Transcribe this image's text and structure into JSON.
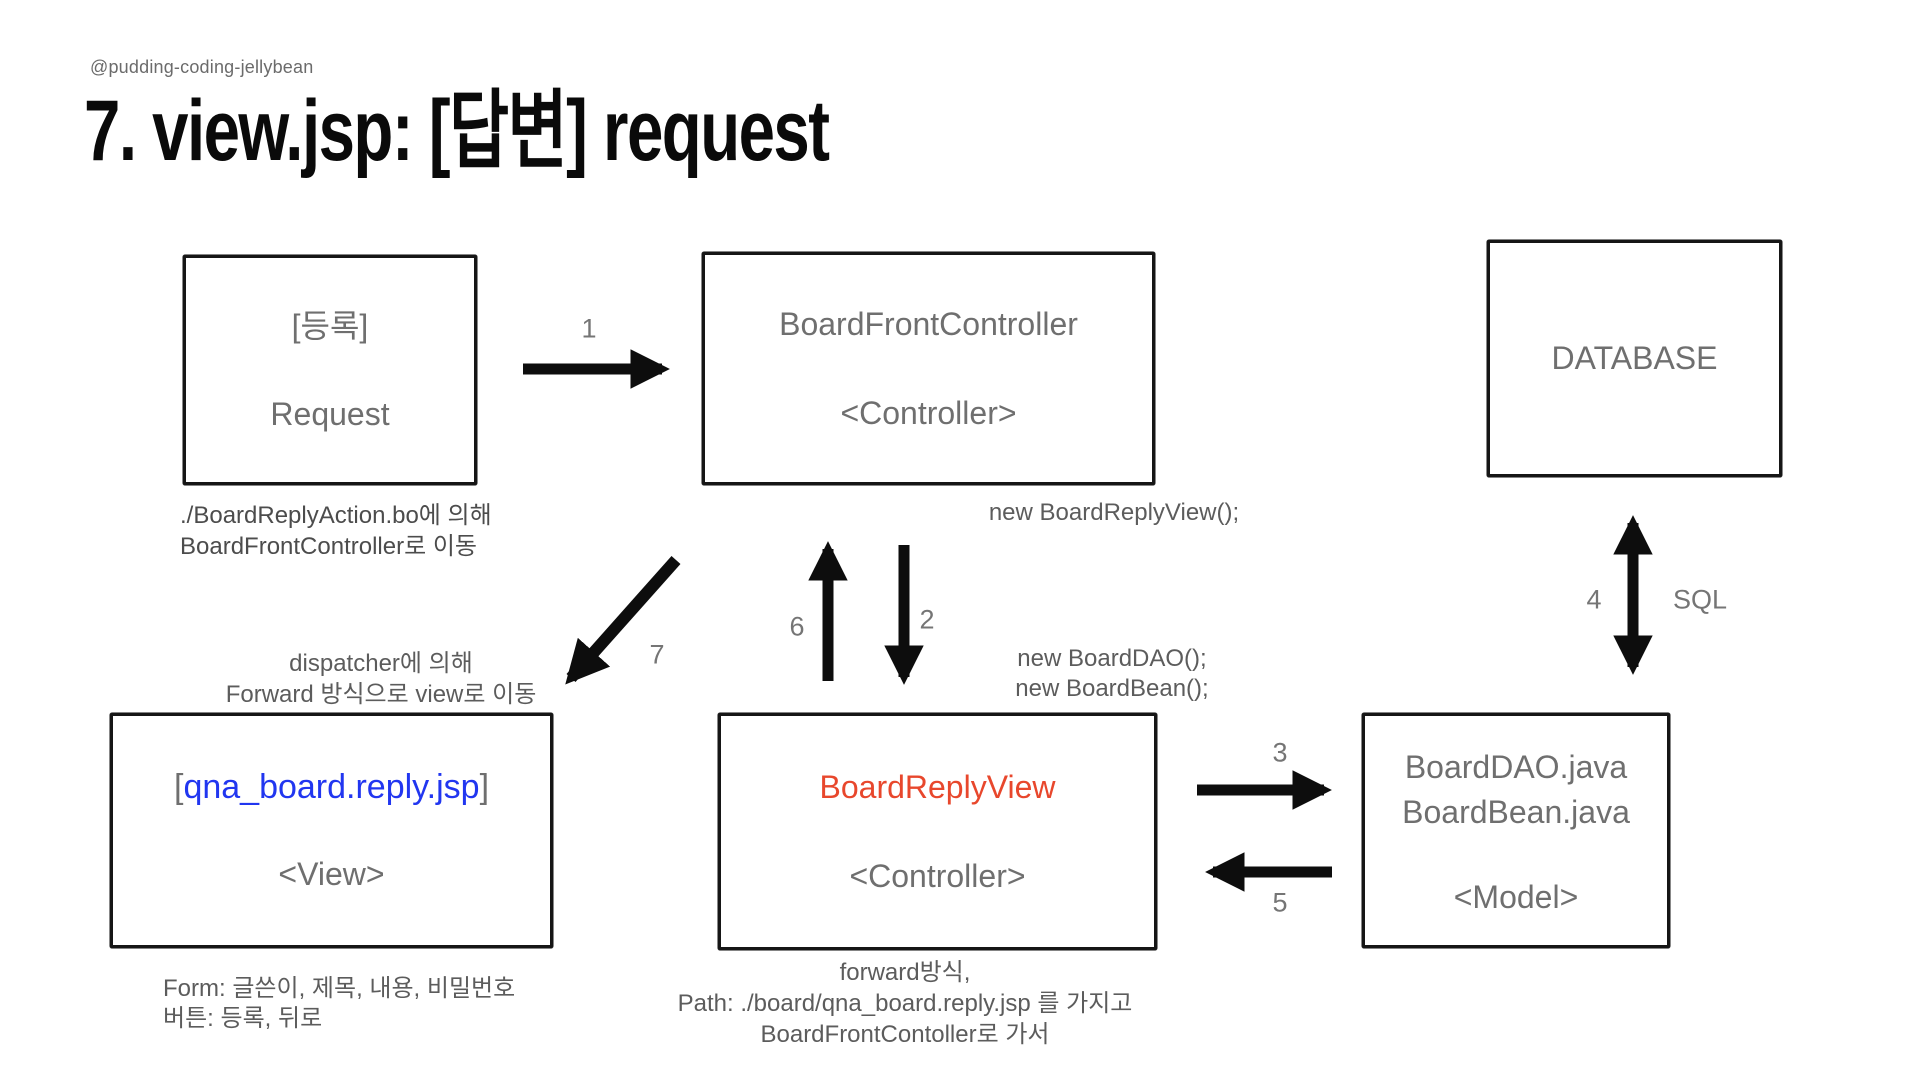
{
  "slide": {
    "handle": "@pudding-coding-jellybean",
    "title": "7. view.jsp: [답변] request"
  },
  "nodes": {
    "request": {
      "title": "[등록]",
      "subtitle": "Request"
    },
    "front_controller": {
      "title": "BoardFrontController",
      "subtitle": "<Controller>"
    },
    "database": {
      "title": "DATABASE"
    },
    "view": {
      "bracket_open": "[",
      "name": "qna_board.reply.jsp",
      "bracket_close": "]",
      "subtitle": "<View>"
    },
    "reply_view": {
      "title": "BoardReplyView",
      "subtitle": "<Controller>"
    },
    "model": {
      "title_line1": "BoardDAO.java",
      "title_line2": "BoardBean.java",
      "subtitle": "<Model>"
    }
  },
  "annotations": {
    "request_note_line1": "./BoardReplyAction.bo에 의해",
    "request_note_line2": "BoardFrontController로 이동",
    "new_reply_view": "new BoardReplyView();",
    "dispatcher_line1": "dispatcher에 의해",
    "dispatcher_line2": "Forward 방식으로 view로 이동",
    "new_dao_line1": "new BoardDAO();",
    "new_dao_line2": "new BoardBean();",
    "view_note_line1": "Form: 글쓴이, 제목, 내용, 비밀번호",
    "view_note_line2": "버튼: 등록, 뒤로",
    "reply_note_line1": "forward방식,",
    "reply_note_line2": "Path: ./board/qna_board.reply.jsp 를 가지고",
    "reply_note_line3": "BoardFrontContoller로 가서",
    "sql": "SQL"
  },
  "arrow_labels": {
    "a1": "1",
    "a2": "2",
    "a3": "3",
    "a4": "4",
    "a5": "5",
    "a6": "6",
    "a7": "7"
  },
  "colors": {
    "ink": "#161616",
    "box_text_gray": "#6f6f6f",
    "note_gray": "#5c5c5c",
    "accent_red": "#e8472c",
    "accent_blue": "#2136f0"
  }
}
